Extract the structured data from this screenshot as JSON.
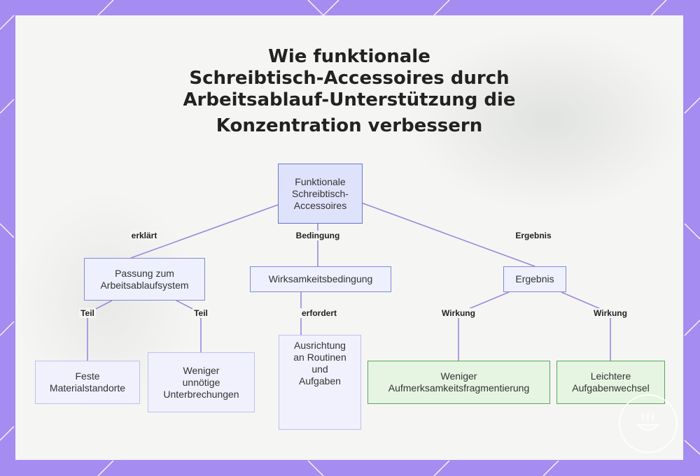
{
  "title_lines": [
    "Wie funktionale",
    "Schreibtisch-Accessoires durch",
    "Arbeitsablauf-Unterstützung die",
    "Konzentration verbessern"
  ],
  "nodes": {
    "root": "Funktionale\nSchreibtisch-\nAccessoires",
    "fit": "Passung zum\nArbeitsablaufsystem",
    "condition": "Wirksamkeitsbedingung",
    "result": "Ergebnis",
    "fixed": "Feste\nMaterialstandorte",
    "fewer_interruptions": "Weniger\nunnötige\nUnterbrechungen",
    "alignment": "Ausrichtung\nan Routinen\nund\nAufgaben",
    "less_fragmentation": "Weniger\nAufmerksamkeitsfragmentierung",
    "easier_switch": "Leichtere\nAufgabenwechsel"
  },
  "edges": {
    "explains": "erklärt",
    "condition": "Bedingung",
    "result": "Ergebnis",
    "part_left": "Teil",
    "part_right": "Teil",
    "requires": "erfordert",
    "effect_left": "Wirkung",
    "effect_right": "Wirkung"
  },
  "colors": {
    "frame": "#a58cf0",
    "edge": "#9b88dc",
    "node_border": "#7f8ad6",
    "result_fill": "#e6f4e2",
    "result_border": "#55a955"
  }
}
